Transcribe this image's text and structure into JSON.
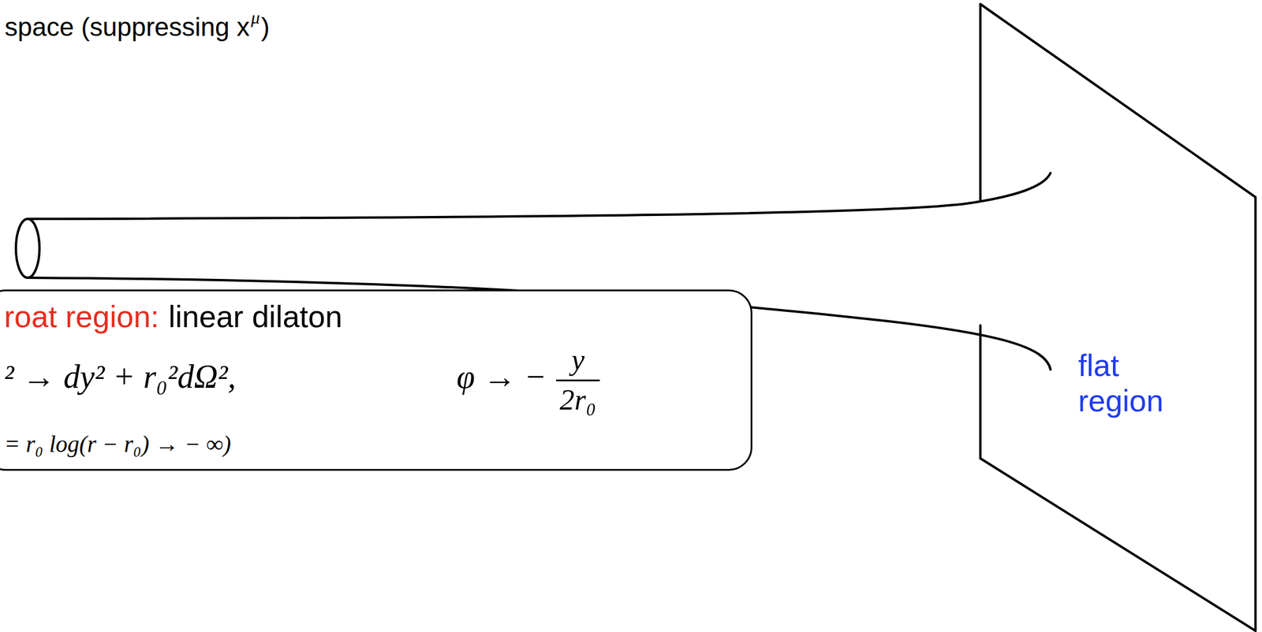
{
  "diagram": {
    "nodes": [
      {
        "text": [
          "roat region:",
          "linear dilaton",
          "² → dy² + r₀²dΩ²,",
          "φ → −",
          "y",
          "2r₀",
          "= r₀ log(r − r₀) → − ∞)"
        ]
      }
    ],
    "labels": [
      "space (suppressing x",
      "μ",
      ")",
      "flat region"
    ]
  }
}
